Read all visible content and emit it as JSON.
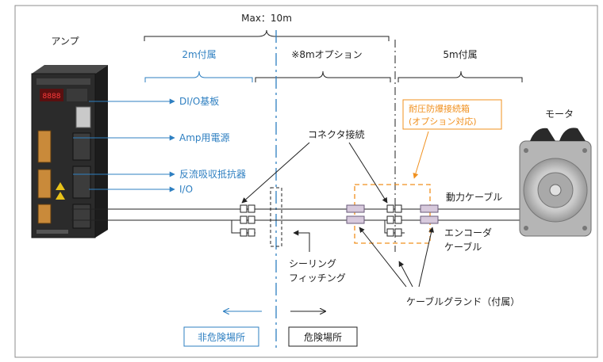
{
  "colors": {
    "blue": "#2e7fc1",
    "orange": "#f0901e",
    "black": "#222222",
    "connector_fill": "#d7c9dc",
    "connector_stroke": "#6a5a7a",
    "border": "#8c8c8c",
    "amp_body": "#2b2b2b"
  },
  "diagram": {
    "max_length": "Max：10m",
    "segments": {
      "left": "2m付属",
      "middle": "※8mオプション",
      "right": "5m付属"
    },
    "labels": {
      "amp": "アンプ",
      "motor": "モータ",
      "connector": "コネクタ接続",
      "power_cable": "動力ケーブル",
      "encoder_cable_1": "エンコーダ",
      "encoder_cable_2": "ケーブル",
      "sealing_1": "シーリング",
      "sealing_2": "フィッチング",
      "cable_gland": "ケーブルグランド（付属）"
    },
    "amp_ports": [
      "DI/O基板",
      "Amp用電源",
      "反流吸収抵抗器",
      "I/O"
    ],
    "junction_box": {
      "line1": "耐圧防爆接続箱",
      "line2": "(オプション対応)"
    },
    "zones": {
      "non_hazardous": "非危険場所",
      "hazardous": "危険場所"
    }
  }
}
